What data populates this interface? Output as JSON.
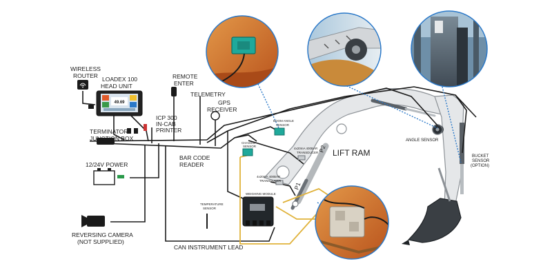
{
  "labels": {
    "wireless_router": [
      "WIRELESS",
      "ROUTER"
    ],
    "loadex_head_unit": [
      "LOADEX 100",
      "HEAD UNIT"
    ],
    "remote_enter": [
      "REMOTE",
      "ENTER"
    ],
    "telemetry": "TELEMETRY",
    "gps_receiver": [
      "GPS",
      "RECEIVER"
    ],
    "icp_printer": [
      "ICP 300",
      "IN-CAB",
      "PRINTER"
    ],
    "terminator_junction_box": [
      "TERMINATOR",
      "JUNCTION BOX"
    ],
    "bar_code_reader": [
      "BAR CODE",
      "READER"
    ],
    "power": "12/24V POWER",
    "reversing_camera": [
      "REVERSING CAMERA",
      "(NOT SUPPLIED)"
    ],
    "can_instrument_lead": "CAN INSTRUMENT LEAD",
    "temperature_sensor": [
      "TEMPERATURE",
      "SENSOR"
    ],
    "weighing_module": "WEIGHING MODULE",
    "chassis_sensor": [
      "CHASSIS",
      "SENSOR"
    ],
    "boom_angle_sensor": [
      "BOOM ANGLE",
      "SENSOR"
    ],
    "transducer_a": [
      "4x20mA 400BAR",
      "TRANSDUCER"
    ],
    "transducer_b": [
      "4x20mA 400BAR",
      "TRANSDUCER"
    ],
    "lift_ram": "LIFT RAM",
    "p1": "P1",
    "p2": "P2",
    "angle_sensor": "ANGLE SENSOR",
    "bucket_sensor": [
      "BUCKET",
      "SENSOR",
      "(OPTION)"
    ],
    "head_unit_reading": "49.69"
  },
  "colors": {
    "cable": "#1a1a1a",
    "sensor_lead": "#e0b23a",
    "dotted_callout": "#2a78c8",
    "arm_fill": "#e5e7e9",
    "arm_stroke": "#8c9196",
    "sensor_teal": "#1fa99b",
    "orange_metal": "#d8742c"
  },
  "icons": [
    "wifi-router-icon",
    "head-unit-screen-icon",
    "battery-icon",
    "camera-icon",
    "gps-dome-icon",
    "remote-button-icon"
  ]
}
